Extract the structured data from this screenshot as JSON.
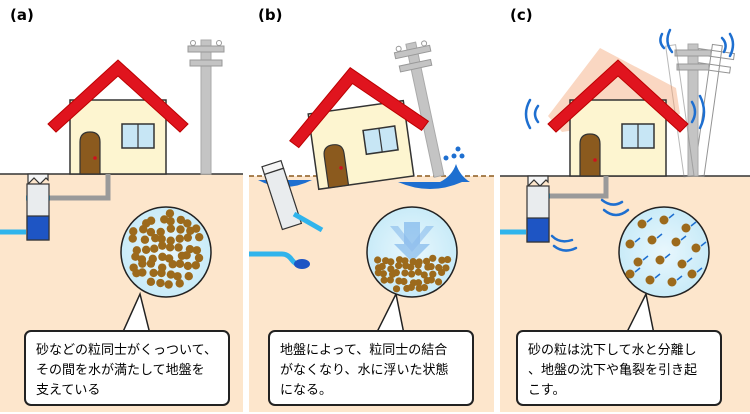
{
  "panels": [
    {
      "label": "(a)",
      "caption": "砂などの粒同士がくっついて、\nその間を水が満たして地盤を\n支えている"
    },
    {
      "label": "(b)",
      "caption": "地盤によって、粒同士の結合\nがなくなり、水に浮いた状態\nになる。"
    },
    {
      "label": "(c)",
      "caption": "砂の粒は沈下して水と分離し\n、地盤の沈下や亀裂を引き起\nこす。"
    }
  ],
  "colors": {
    "ground": "#fde6cc",
    "roof": "#e0141e",
    "wall": "#fdf5d0",
    "door": "#8b5a1e",
    "window": "#c7e6f5",
    "water": "#1e6fd0",
    "pipe": "#30b4ec",
    "grain": "#9c6a1c",
    "pole": "#c4c4c4"
  }
}
